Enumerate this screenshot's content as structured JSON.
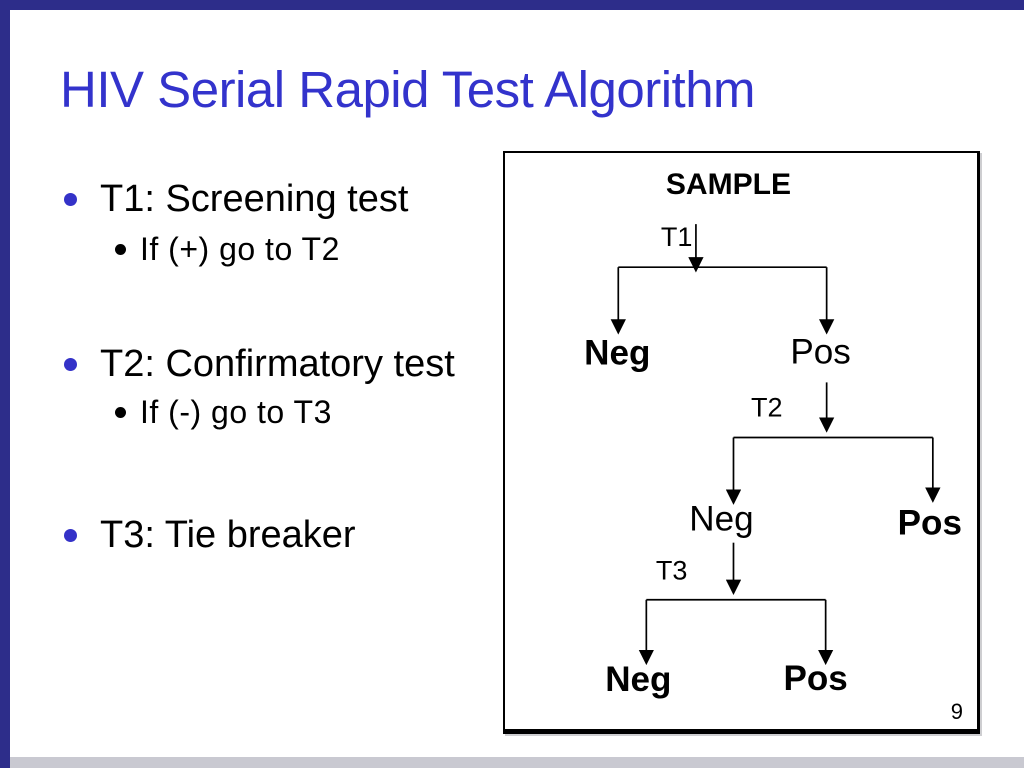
{
  "frame": {
    "accent_bar_color": "#2d2d8a",
    "footer_bar_color": "#c9c9d1"
  },
  "title": {
    "text": "HIV Serial Rapid Test Algorithm",
    "color": "#3333cc"
  },
  "bullets": {
    "items": [
      {
        "label": "T1: Screening test",
        "sub": "If (+) go to T2"
      },
      {
        "label": "T2: Confirmatory test",
        "sub": "If (-) go to T3"
      },
      {
        "label": "T3: Tie breaker"
      }
    ]
  },
  "diagram": {
    "root_label": "SAMPLE",
    "tests": [
      "T1",
      "T2",
      "T3"
    ],
    "outcomes": {
      "neg": "Neg",
      "pos": "Pos"
    },
    "page_number": "9"
  }
}
